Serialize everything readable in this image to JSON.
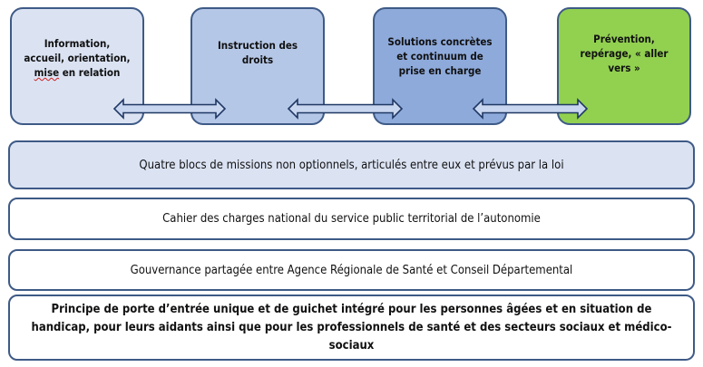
{
  "blocks": [
    {
      "line1": "Information,",
      "line2": "accueil, orientation,",
      "line3_word": "mise",
      "line3_rest": " en relation"
    },
    {
      "label": "Instruction des droits"
    },
    {
      "line1": "Solutions concrètes",
      "line2": "et continuum de",
      "line3": "prise en charge"
    },
    {
      "line1": "Prévention,",
      "line2": "repérage, « aller",
      "line3": "vers »"
    }
  ],
  "bars": [
    "Quatre blocs de missions non optionnels, articulés entre eux et prévus par la loi",
    "Cahier des charges national du service public territorial de l’autonomie",
    "Gouvernance partagée entre Agence Régionale de Santé et Conseil Départemental",
    "Principe de porte d’entrée unique et de guichet intégré pour les personnes âgées et en situation de handicap, pour leurs aidants ainsi que pour les professionnels de santé et des secteurs sociaux et médico-sociaux"
  ],
  "colors": {
    "block1": "#dbe3f3",
    "block2": "#b5c7e7",
    "block3": "#8eaadb",
    "block4": "#92d050",
    "border": "#3e5a86"
  }
}
